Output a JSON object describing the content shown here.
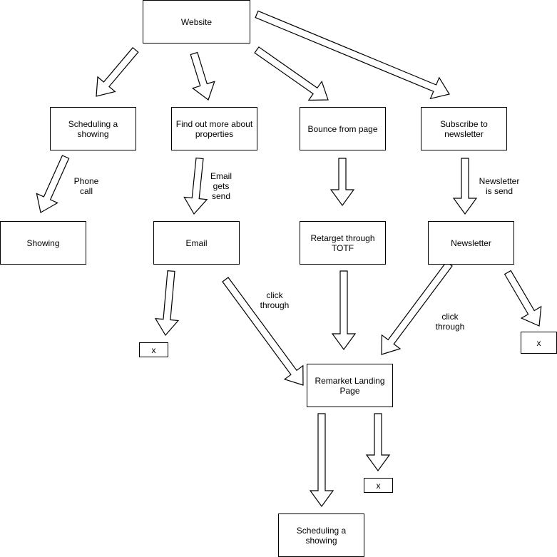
{
  "nodes": {
    "website": "Website",
    "scheduling_showing": "Scheduling a showing",
    "find_out_more": "Find out more about properties",
    "bounce": "Bounce from page",
    "subscribe": "Subscribe to newsletter",
    "showing": "Showing",
    "email": "Email",
    "retarget": "Retarget through TOTF",
    "newsletter": "Newsletter",
    "x_email": "x",
    "x_newsletter": "x",
    "remarket": "Remarket Landing Page",
    "x_remarket": "x",
    "scheduling_showing_final": "Scheduling a showing"
  },
  "edge_labels": {
    "phone_call": "Phone\ncall",
    "email_gets_send": "Email\ngets\nsend",
    "newsletter_is_send": "Newsletter\nis send",
    "click_through_email": "click\nthrough",
    "click_through_newsletter": "click\nthrough"
  },
  "colors": {
    "stroke": "#000000",
    "fill": "#ffffff"
  }
}
